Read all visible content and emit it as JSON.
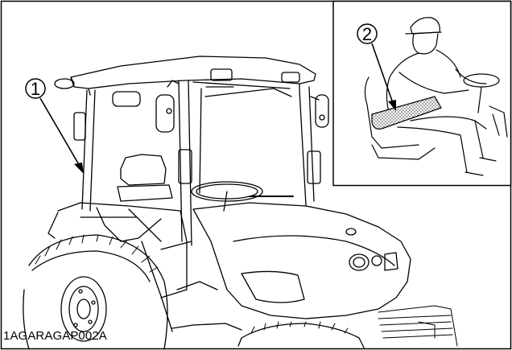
{
  "figure": {
    "code": "1AGARAGAP002A"
  },
  "callouts": [
    {
      "number": "1"
    },
    {
      "number": "2"
    }
  ],
  "colors": {
    "line": "#000000",
    "belt_pattern": "#9a9a9a",
    "background": "#ffffff"
  }
}
